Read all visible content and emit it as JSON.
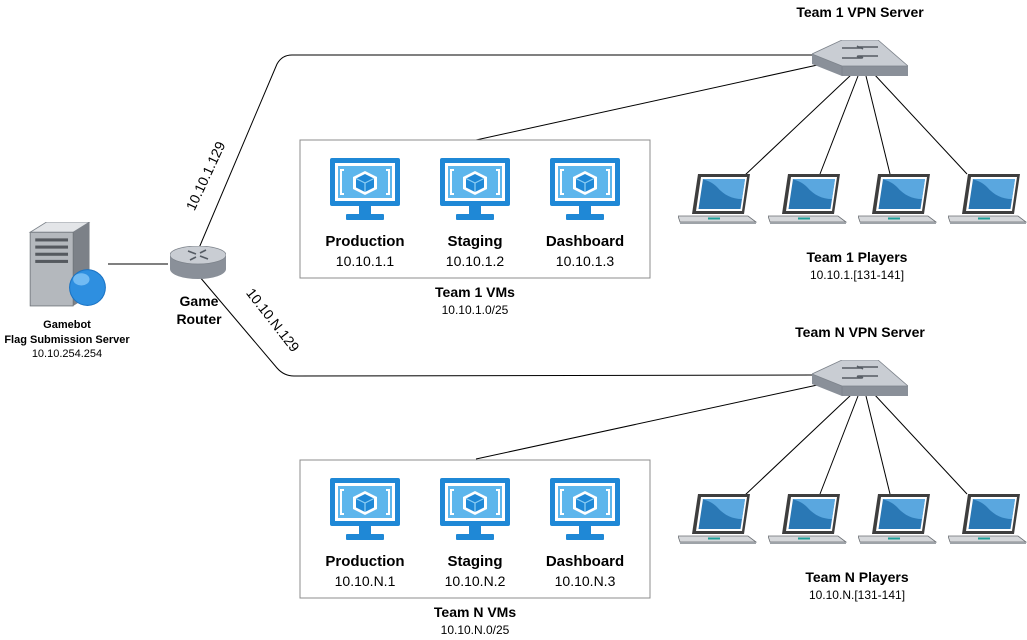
{
  "gamebot": {
    "title": "Gamebot",
    "subtitle": "Flag Submission Server",
    "ip": "10.10.254.254"
  },
  "router": {
    "line1": "Game",
    "line2": "Router",
    "link_team1": "10.10.1.129",
    "link_teamN": "10.10.N.129"
  },
  "team1": {
    "vpn_label": "Team 1 VPN Server",
    "players_label": "Team 1 Players",
    "players_range": "10.10.1.[131-141]",
    "vms_label": "Team 1 VMs",
    "vms_subnet": "10.10.1.0/25",
    "vms": [
      {
        "name": "Production",
        "ip": "10.10.1.1"
      },
      {
        "name": "Staging",
        "ip": "10.10.1.2"
      },
      {
        "name": "Dashboard",
        "ip": "10.10.1.3"
      }
    ]
  },
  "teamN": {
    "vpn_label": "Team N VPN Server",
    "players_label": "Team N Players",
    "players_range": "10.10.N.[131-141]",
    "vms_label": "Team N VMs",
    "vms_subnet": "10.10.N.0/25",
    "vms": [
      {
        "name": "Production",
        "ip": "10.10.N.1"
      },
      {
        "name": "Staging",
        "ip": "10.10.N.2"
      },
      {
        "name": "Dashboard",
        "ip": "10.10.N.3"
      }
    ]
  },
  "colors": {
    "vm_blue": "#1f88d6",
    "vm_light": "#59b4ea",
    "laptop_blue": "#2a78b5",
    "switch_gray": "#c2c7ce",
    "server_gray": "#8d9298"
  }
}
